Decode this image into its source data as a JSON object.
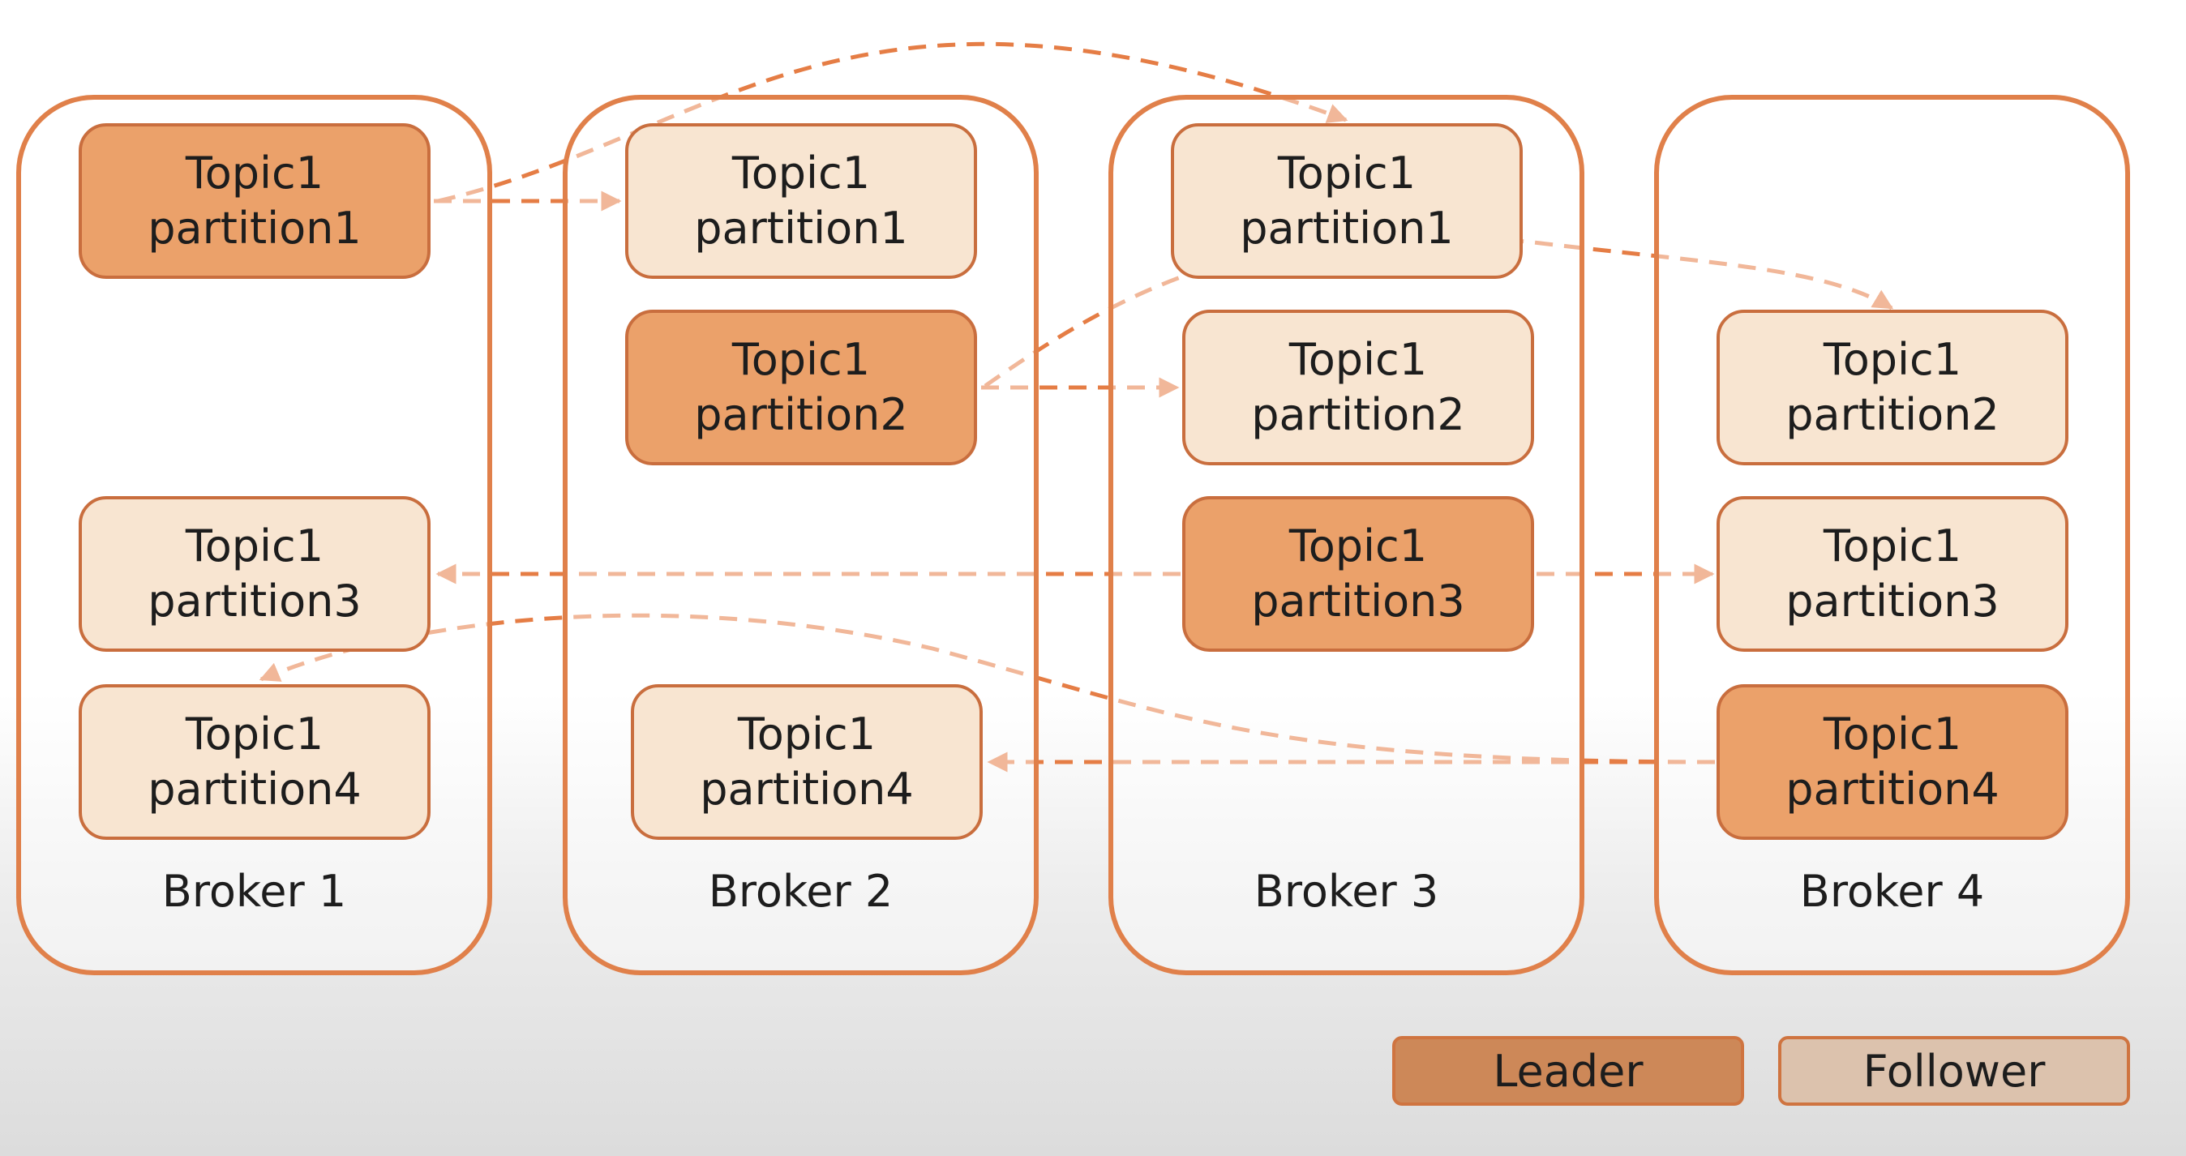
{
  "brokers": [
    {
      "id": "broker-1",
      "label": "Broker 1",
      "partitions": [
        {
          "id": "b1-p1",
          "topic": "Topic1",
          "partition": "partition1",
          "role": "leader"
        },
        {
          "id": "b1-p3",
          "topic": "Topic1",
          "partition": "partition3",
          "role": "follower"
        },
        {
          "id": "b1-p4",
          "topic": "Topic1",
          "partition": "partition4",
          "role": "follower"
        }
      ]
    },
    {
      "id": "broker-2",
      "label": "Broker 2",
      "partitions": [
        {
          "id": "b2-p1",
          "topic": "Topic1",
          "partition": "partition1",
          "role": "follower"
        },
        {
          "id": "b2-p2",
          "topic": "Topic1",
          "partition": "partition2",
          "role": "leader"
        },
        {
          "id": "b2-p4",
          "topic": "Topic1",
          "partition": "partition4",
          "role": "follower"
        }
      ]
    },
    {
      "id": "broker-3",
      "label": "Broker 3",
      "partitions": [
        {
          "id": "b3-p1",
          "topic": "Topic1",
          "partition": "partition1",
          "role": "follower"
        },
        {
          "id": "b3-p2",
          "topic": "Topic1",
          "partition": "partition2",
          "role": "follower"
        },
        {
          "id": "b3-p3",
          "topic": "Topic1",
          "partition": "partition3",
          "role": "leader"
        }
      ]
    },
    {
      "id": "broker-4",
      "label": "Broker 4",
      "partitions": [
        {
          "id": "b4-p2",
          "topic": "Topic1",
          "partition": "partition2",
          "role": "follower"
        },
        {
          "id": "b4-p3",
          "topic": "Topic1",
          "partition": "partition3",
          "role": "follower"
        },
        {
          "id": "b4-p4",
          "topic": "Topic1",
          "partition": "partition4",
          "role": "leader"
        }
      ]
    }
  ],
  "replication_arrows": [
    {
      "from": "b1-p1",
      "to": "b2-p1"
    },
    {
      "from": "b1-p1",
      "to": "b3-p1"
    },
    {
      "from": "b2-p2",
      "to": "b3-p2"
    },
    {
      "from": "b2-p2",
      "to": "b4-p2"
    },
    {
      "from": "b3-p3",
      "to": "b1-p3"
    },
    {
      "from": "b3-p3",
      "to": "b4-p3"
    },
    {
      "from": "b4-p4",
      "to": "b2-p4"
    },
    {
      "from": "b4-p4",
      "to": "b1-p4"
    }
  ],
  "legend": {
    "leader": {
      "label": "Leader",
      "color": "#cd8858"
    },
    "follower": {
      "label": "Follower",
      "color": "#dcc2ad"
    }
  },
  "colors": {
    "leader_fill": "#eba16a",
    "follower_fill": "#f8e5d1",
    "border": "#e0804a",
    "arrow": "#e57d45"
  }
}
